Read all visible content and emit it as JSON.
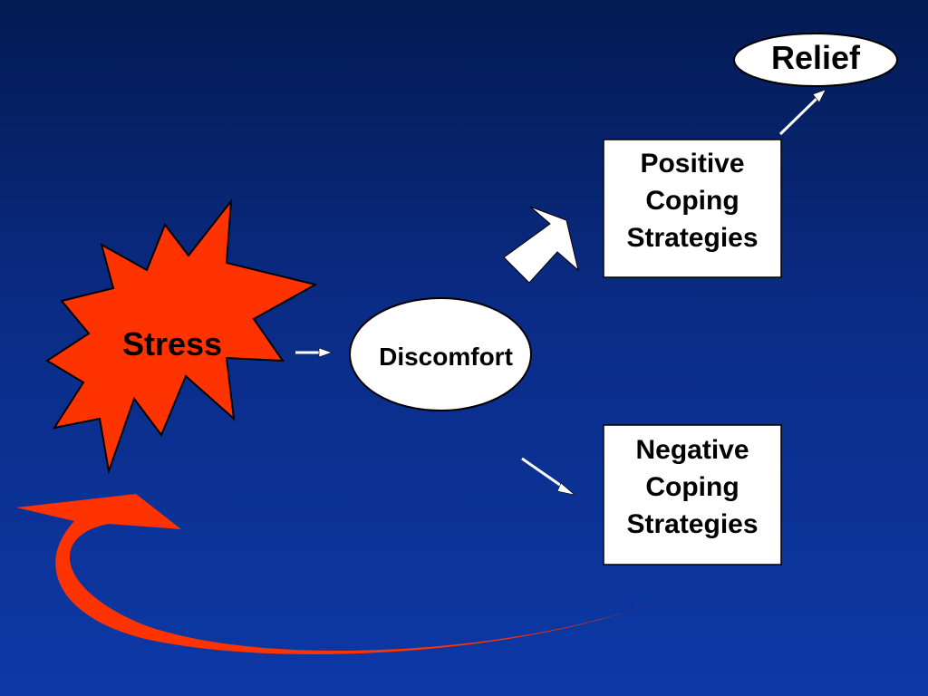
{
  "stress": {
    "label": "Stress",
    "color": "#ff3300"
  },
  "discomfort": {
    "label": "Discomfort"
  },
  "relief": {
    "label": "Relief"
  },
  "positive": {
    "lines": [
      "Positive",
      "Coping",
      "Strategies"
    ]
  },
  "negative": {
    "lines": [
      "Negative",
      "Coping",
      "Strategies"
    ]
  },
  "colors": {
    "background_top": "#041a52",
    "background_bottom": "#0d38a6",
    "feedback_arrow": "#ff3300",
    "node_fill": "#ffffff"
  }
}
